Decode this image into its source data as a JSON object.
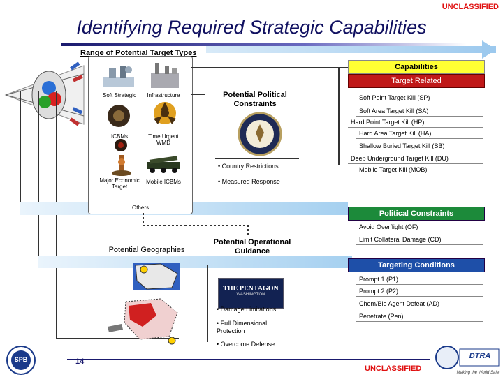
{
  "header": {
    "classification": "UNCLASSIFIED",
    "title": "Identifying Required Strategic Capabilities",
    "range_label": "Range of Potential Target Types"
  },
  "targets": {
    "soft_strategic": "Soft Strategic",
    "infrastructure": "Infrastructure",
    "icbms": "ICBMs",
    "time_urgent": "Time Urgent WMD",
    "major_economic": "Major Economic Target",
    "mobile_icbms": "Mobile ICBMs",
    "others": "Others"
  },
  "middle": {
    "political_title": "Potential Political Constraints",
    "political_bullets": [
      "Country Restrictions",
      "Measured Response"
    ],
    "geographies": "Potential Geographies",
    "operational_title": "Potential Operational Guidance",
    "pentagon_text": "THE PENTAGON",
    "pentagon_sub": "WASHINGTON",
    "operational_bullets": [
      "Damage Limitations",
      "Full Dimensional Protection",
      "Overcome Defense"
    ]
  },
  "capabilities": {
    "header": "Capabilities",
    "target_related": "Target Related",
    "target_items": [
      "Soft Point Target Kill (SP)",
      "Soft Area Target Kill (SA)",
      "Hard Point Target Kill (HP)",
      "Hard Area Target Kill (HA)",
      "Shallow Buried Target Kill (SB)",
      "Deep Underground Target Kill (DU)",
      "Mobile Target Kill (MOB)"
    ],
    "political_constraints": "Political Constraints",
    "political_items": [
      "Avoid Overflight (OF)",
      "Limit Collateral Damage (CD)"
    ],
    "targeting_conditions": "Targeting Conditions",
    "targeting_items": [
      "Prompt 1 (P1)",
      "Prompt 2 (P2)",
      "Chem/Bio Agent Defeat (AD)",
      "Penetrate (Pen)"
    ]
  },
  "footer": {
    "page_number": "14",
    "classification": "UNCLASSIFIED",
    "left_logo": "SPB",
    "right_logo": "DTRA",
    "right_tagline": "Making the World Safe"
  },
  "colors": {
    "title": "#101060",
    "classification": "#e01010",
    "capabilities_header": "#ffff33",
    "target_related": "#c01818",
    "political_constraints": "#1c8a3a",
    "targeting_conditions": "#1e4fa8"
  }
}
